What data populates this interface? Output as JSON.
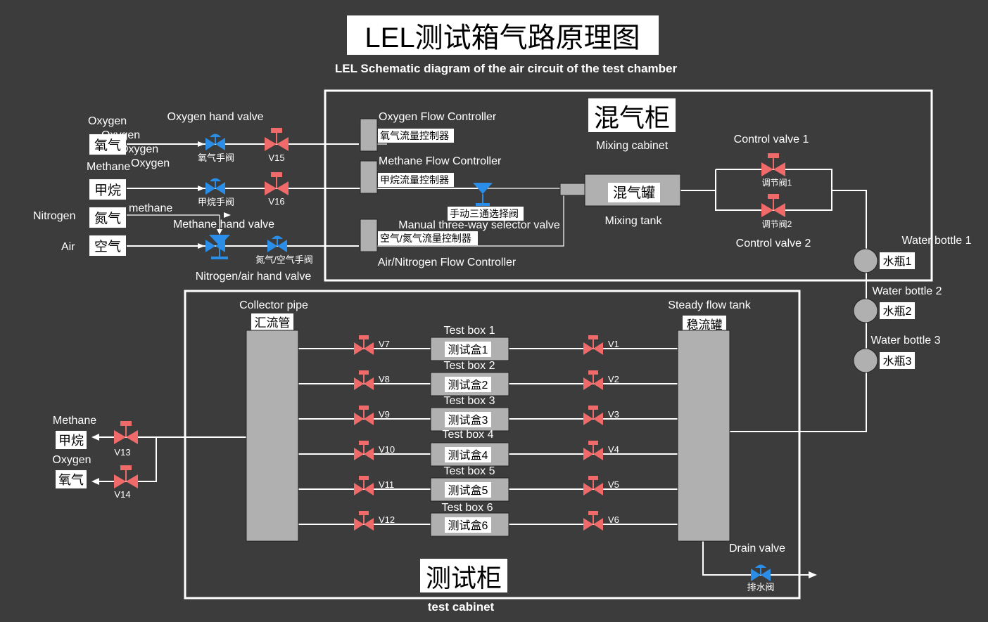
{
  "title": "LEL测试箱气路原理图",
  "subtitle": "LEL Schematic diagram of the air circuit of the test chamber",
  "colors": {
    "background": "#3c3c3c",
    "blue_valve": "#2a8ee8",
    "red_valve": "#f06a6a",
    "equipment": "#b0b0b0"
  },
  "inlets": [
    {
      "en": "Oxygen",
      "cn": "氧气"
    },
    {
      "en": "Methane",
      "cn": "甲烷"
    },
    {
      "en": "Nitrogen",
      "cn": "氮气"
    },
    {
      "en": "Air",
      "cn": "空气"
    }
  ],
  "ghost_labels": [
    "Oxygen",
    "Oxygen",
    "Oxygen"
  ],
  "methane_line_label": "methane",
  "oxygen_hand_valve": {
    "en": "Oxygen hand valve",
    "cn": "氧气手阀"
  },
  "methane_hand_valve": {
    "en": "Methane hand valve",
    "cn": "甲烷手阀"
  },
  "nitrogen_air_hand_valve": {
    "en": "Nitrogen/air hand valve",
    "cn": "氮气/空气手阀"
  },
  "v15": "V15",
  "v16": "V16",
  "mixing_cabinet": {
    "cn": "混气柜",
    "en": "Mixing cabinet"
  },
  "oxygen_fc": {
    "en": "Oxygen Flow Controller",
    "cn": "氧气流量控制器"
  },
  "methane_fc": {
    "en": "Methane Flow Controller",
    "cn": "甲烷流量控制器"
  },
  "air_nitrogen_fc": {
    "en": "Air/Nitrogen Flow Controller",
    "cn": "空气/氮气流量控制器"
  },
  "three_way": {
    "cn": "手动三通选择阀",
    "en": "Manual three-way selector valve"
  },
  "mixing_tank": {
    "cn": "混气罐",
    "en": "Mixing tank"
  },
  "control_valve_1": {
    "en": "Control valve 1",
    "cn": "调节阀1"
  },
  "control_valve_2": {
    "en": "Control valve 2",
    "cn": "调节阀2"
  },
  "water_bottles": [
    {
      "en": "Water bottle 1",
      "cn": "水瓶1"
    },
    {
      "en": "Water bottle 2",
      "cn": "水瓶2"
    },
    {
      "en": "Water bottle 3",
      "cn": "水瓶3"
    }
  ],
  "test_cabinet": {
    "cn": "测试柜",
    "en": "test cabinet"
  },
  "collector_pipe": {
    "en": "Collector pipe",
    "cn": "汇流管"
  },
  "steady_flow_tank": {
    "en": "Steady flow tank",
    "cn": "稳流罐"
  },
  "test_boxes": [
    {
      "en": "Test box 1",
      "cn": "测试盒1",
      "left_valve": "V7",
      "right_valve": "V1"
    },
    {
      "en": "Test box 2",
      "cn": "测试盒2",
      "left_valve": "V8",
      "right_valve": "V2"
    },
    {
      "en": "Test box 3",
      "cn": "测试盒3",
      "left_valve": "V9",
      "right_valve": "V3"
    },
    {
      "en": "Test box 4",
      "cn": "测试盒4",
      "left_valve": "V10",
      "right_valve": "V4"
    },
    {
      "en": "Test box 5",
      "cn": "测试盒5",
      "left_valve": "V11",
      "right_valve": "V5"
    },
    {
      "en": "Test box 6",
      "cn": "测试盒6",
      "left_valve": "V12",
      "right_valve": "V6"
    }
  ],
  "outlets": [
    {
      "en": "Methane",
      "cn": "甲烷",
      "valve": "V13"
    },
    {
      "en": "Oxygen",
      "cn": "氧气",
      "valve": "V14"
    }
  ],
  "drain_valve": {
    "en": "Drain valve",
    "cn": "排水阀"
  }
}
